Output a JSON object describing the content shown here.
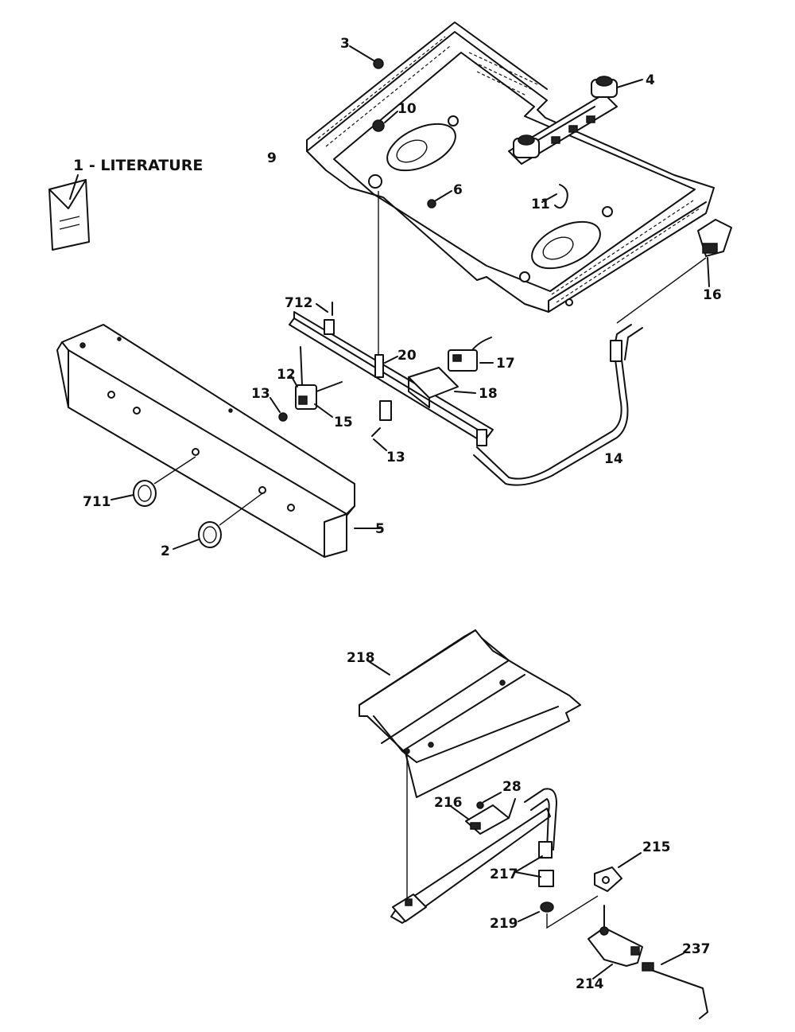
{
  "literature_label": "1 - LITERATURE",
  "callouts": {
    "c3": "3",
    "c4": "4",
    "c10": "10",
    "c9": "9",
    "c6": "6",
    "c11": "11",
    "c16": "16",
    "c712": "712",
    "c20": "20",
    "c17": "17",
    "c18": "18",
    "c12": "12",
    "c13a": "13",
    "c15": "15",
    "c13b": "13",
    "c14": "14",
    "c711": "711",
    "c5": "5",
    "c2": "2",
    "c218": "218",
    "c28": "28",
    "c216": "216",
    "c215": "215",
    "c217": "217",
    "c219": "219",
    "c237": "237",
    "c214": "214"
  }
}
